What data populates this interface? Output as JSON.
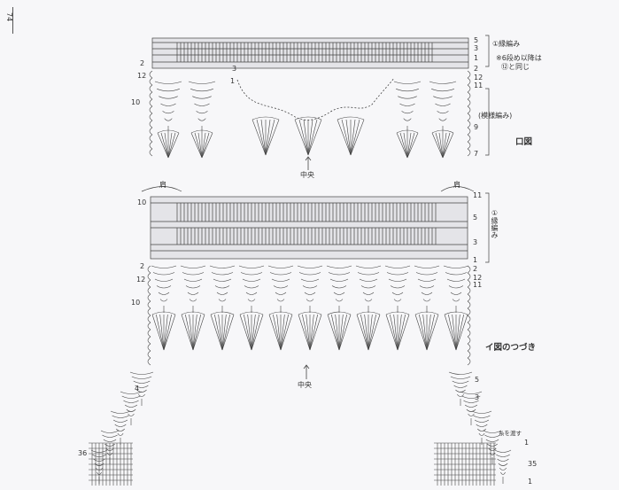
{
  "page_number": "74",
  "diagram_ro": {
    "title": "口図",
    "center_label": "中央",
    "band_label": "①縁編み",
    "note_line1": "※6段め以降は",
    "note_line2": "⑫と同じ",
    "pattern_label": "(模様編み)",
    "row_numbers": {
      "r5": "5",
      "r3": "3",
      "r1": "1",
      "r2": "2",
      "r12": "12",
      "r10": "10",
      "r11": "11",
      "r9": "9",
      "r7": "7"
    }
  },
  "diagram_i": {
    "title": "イ図のつづき",
    "center_label": "中央",
    "shoulder_label": "肩",
    "band_label": "①縁編み",
    "yarn_label": "糸を渡す",
    "row_numbers": {
      "r11": "11",
      "r10": "10",
      "r5": "5",
      "r3": "3",
      "r1": "1",
      "r2": "2",
      "r12": "12",
      "r4": "4",
      "r36": "36",
      "r35": "35"
    }
  },
  "colors": {
    "ink": "#333333",
    "paper": "#f7f7f9",
    "band": "#e4e4e8"
  }
}
